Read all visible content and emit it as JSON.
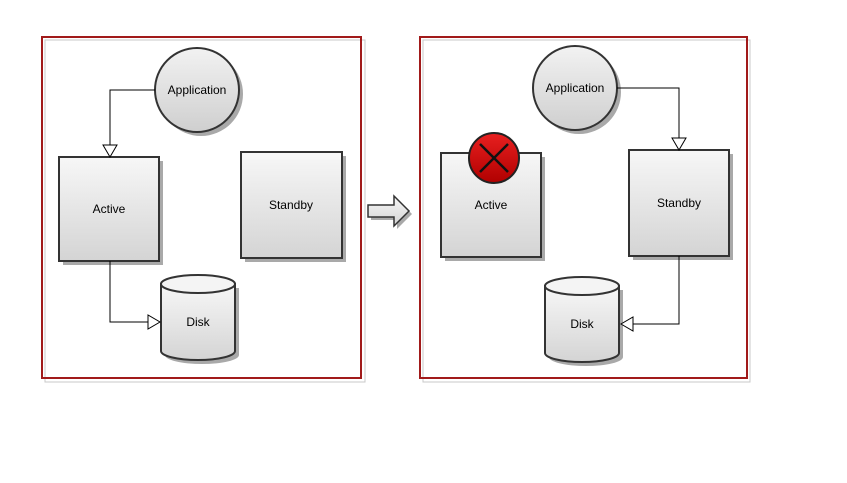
{
  "left_panel": {
    "application_label": "Application",
    "active_label": "Active",
    "standby_label": "Standby",
    "disk_label": "Disk"
  },
  "right_panel": {
    "application_label": "Application",
    "active_label": "Active",
    "standby_label": "Standby",
    "disk_label": "Disk",
    "failure_marker": "x-circle-icon"
  },
  "colors": {
    "frame_border": "#a11a1a",
    "failure_fill": "#cc0000",
    "shape_stroke": "#333333",
    "shadow": "#a9a9a9"
  }
}
